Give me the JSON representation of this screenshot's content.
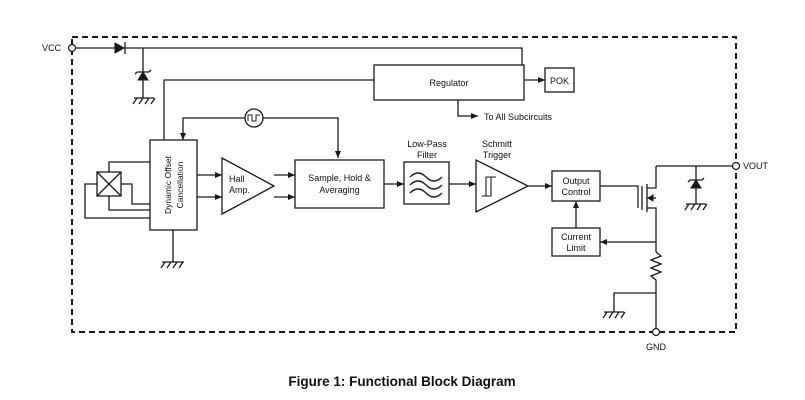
{
  "pins": {
    "vcc": "VCC",
    "vout": "VOUT",
    "gnd": "GND"
  },
  "blocks": {
    "regulator": "Regulator",
    "pok": "POK",
    "to_all_subcircuits": "To All Subcircuits",
    "dynamic_offset_line1": "Dynamic Offset",
    "dynamic_offset_line2": "Cancellation",
    "hall_amp_line1": "Hall",
    "hall_amp_line2": "Amp.",
    "sample_hold_line1": "Sample, Hold &",
    "sample_hold_line2": "Averaging",
    "low_pass_line1": "Low-Pass",
    "low_pass_line2": "Filter",
    "schmitt_line1": "Schmitt",
    "schmitt_line2": "Trigger",
    "output_control_line1": "Output",
    "output_control_line2": "Control",
    "current_limit_line1": "Current",
    "current_limit_line2": "Limit"
  },
  "caption": "Figure 1: Functional Block Diagram"
}
